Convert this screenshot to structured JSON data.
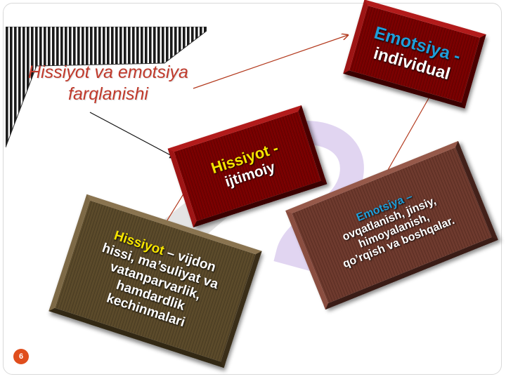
{
  "title": {
    "line1": "Hissiyot va emotsiya",
    "line2": "farqlanishi"
  },
  "boxes": {
    "emotsiya_individual": {
      "heading": "Emotsiya -",
      "body": "individual"
    },
    "hissiyot_ijtimoiy": {
      "heading": "Hissiyot -",
      "body": "ijtimoiy"
    },
    "emotsiya_details": {
      "heading": "Emotsiya –",
      "lines": [
        "ovqatlanish, jinsiy,",
        "himoyalanish,",
        "qo’rqish va boshqalar."
      ]
    },
    "hissiyot_details": {
      "heading": "Hissiyot",
      "heading_rest": " – vijdon",
      "lines": [
        "hissi, ma’suliyat va",
        "vatanparvarlik,",
        "hamdardlik",
        "kechinmalari"
      ]
    }
  },
  "footer": {
    "page_number": "6"
  },
  "colors": {
    "title": "#c0392b",
    "accent_blue": "#1f9ed9",
    "accent_yellow": "#f5e400",
    "page_badge": "#e04e1d"
  }
}
